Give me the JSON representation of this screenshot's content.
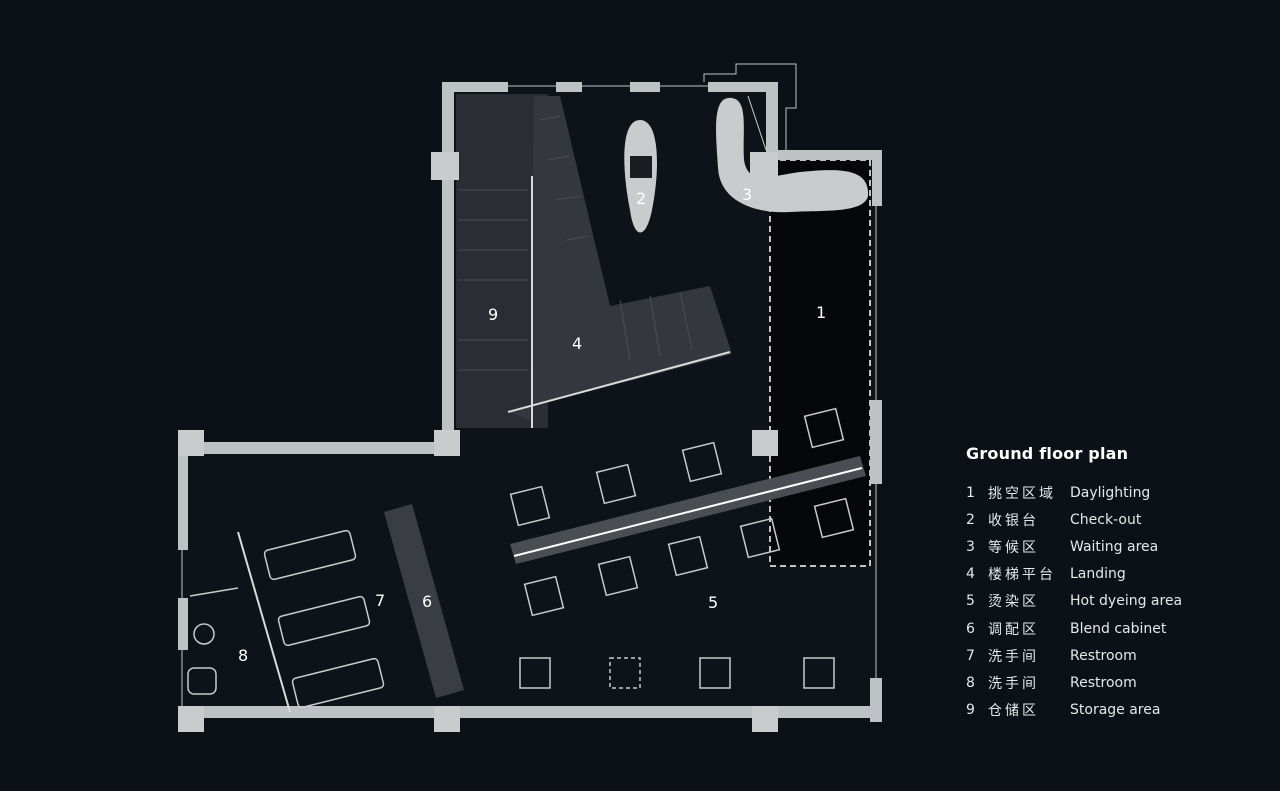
{
  "colors": {
    "background": "#0c1117",
    "wall": "#bfc2c4",
    "column": "#c9cbcd",
    "floor_dark": "#12171d",
    "landing_gray": "#2d3137",
    "line": "#d8dadc",
    "dashed": "#ffffff"
  },
  "zones": [
    {
      "num": "1",
      "zh": "挑空区域",
      "en": "Daylighting"
    },
    {
      "num": "2",
      "zh": "收银台",
      "en": "Check-out"
    },
    {
      "num": "3",
      "zh": "等候区",
      "en": "Waiting area"
    },
    {
      "num": "4",
      "zh": "楼梯平台",
      "en": "Landing"
    },
    {
      "num": "5",
      "zh": "烫染区",
      "en": "Hot dyeing area"
    },
    {
      "num": "6",
      "zh": "调配区",
      "en": "Blend cabinet"
    },
    {
      "num": "7",
      "zh": "洗手间",
      "en": "Restroom"
    },
    {
      "num": "8",
      "zh": "洗手间",
      "en": "Restroom"
    },
    {
      "num": "9",
      "zh": "仓储区",
      "en": "Storage area"
    }
  ],
  "legend": {
    "title": "Ground floor plan"
  }
}
